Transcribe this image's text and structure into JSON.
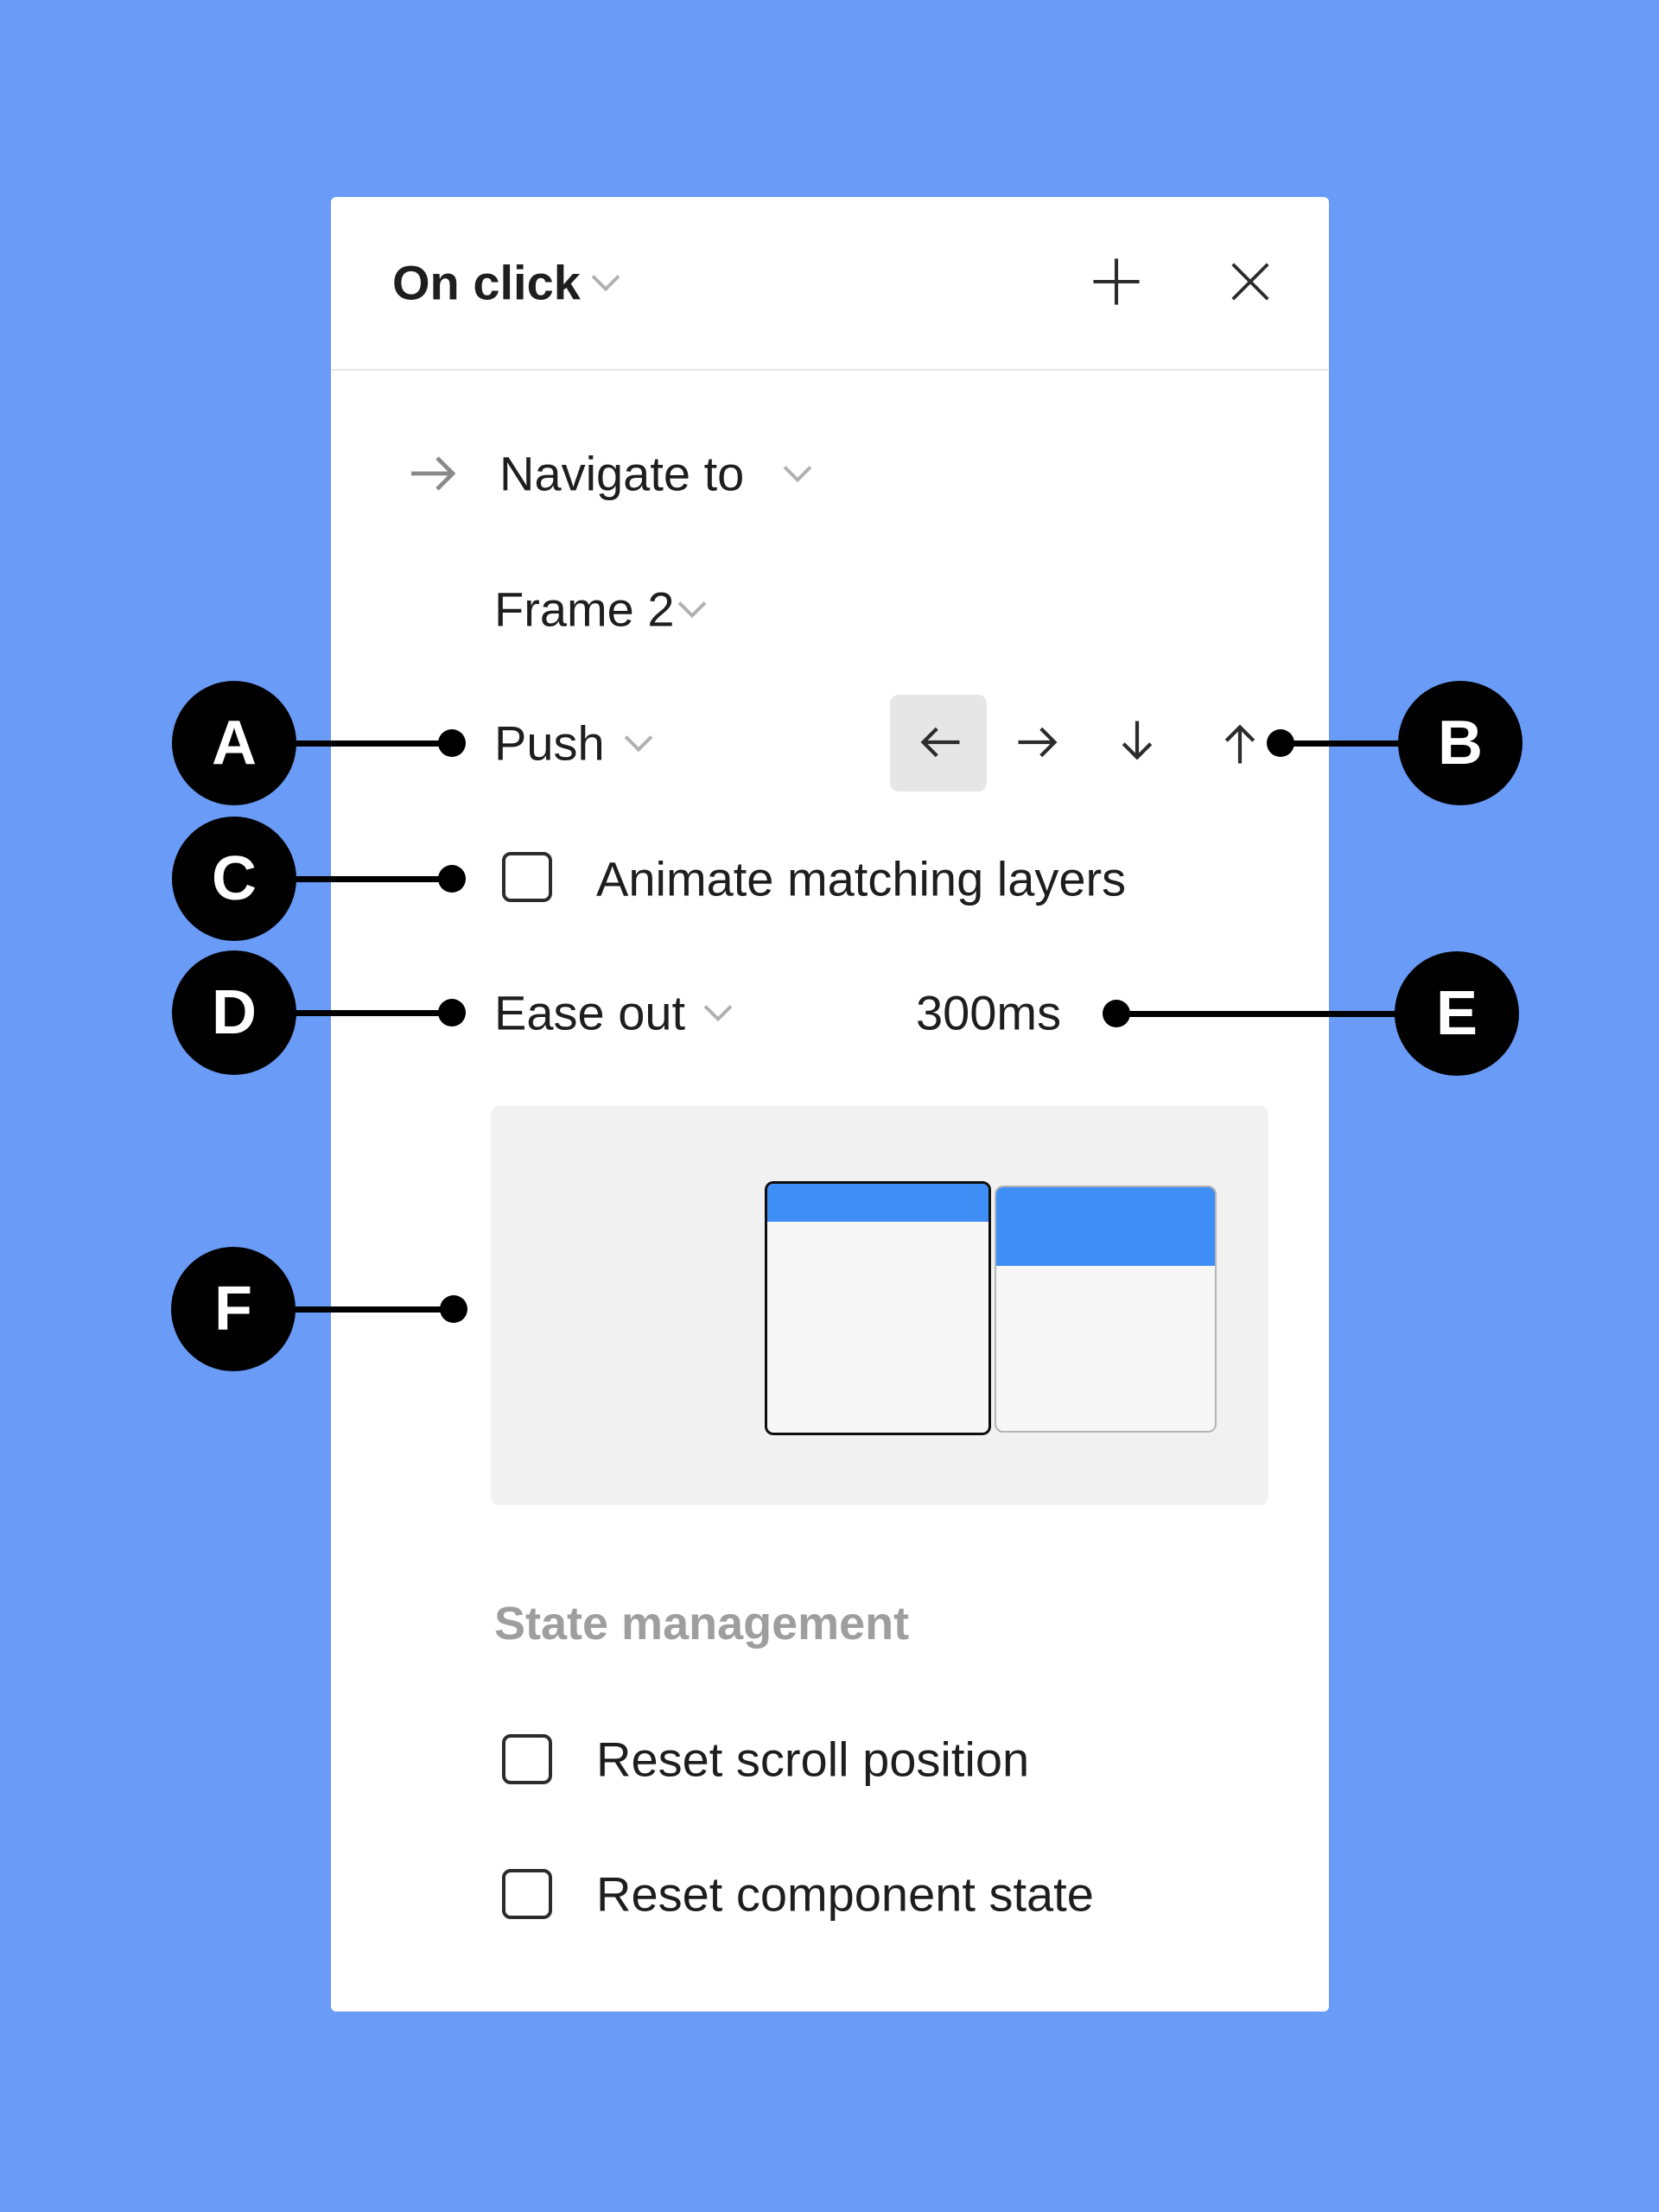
{
  "colors": {
    "page_background": "#699bf7",
    "panel_background": "#ffffff",
    "accent_blue": "#3f8ef6",
    "selected_button_background": "#e6e6e6",
    "annotation_black": "#000000",
    "muted_text": "#9e9e9e"
  },
  "panel": {
    "header": {
      "trigger_label": "On click"
    },
    "action": {
      "label": "Navigate to"
    },
    "destination": {
      "label": "Frame 2"
    },
    "animation": {
      "type_label": "Push",
      "directions": [
        {
          "name": "left",
          "selected": true
        },
        {
          "name": "right",
          "selected": false
        },
        {
          "name": "down",
          "selected": false
        },
        {
          "name": "up",
          "selected": false
        }
      ]
    },
    "animate_matching": {
      "label": "Animate matching layers",
      "checked": false
    },
    "easing": {
      "label": "Ease out",
      "duration": "300ms"
    },
    "state_management": {
      "title": "State management",
      "options": [
        {
          "label": "Reset scroll position",
          "checked": false
        },
        {
          "label": "Reset component state",
          "checked": false
        }
      ]
    }
  },
  "icons": {
    "header": [
      "chevron-down",
      "plus",
      "close"
    ],
    "action_row": [
      "arrow-right",
      "chevron-down"
    ],
    "direction_buttons": [
      "arrow-left",
      "arrow-right",
      "arrow-down",
      "arrow-up"
    ]
  },
  "annotations": [
    {
      "letter": "A",
      "side": "left",
      "points_to": "animation-type-dropdown"
    },
    {
      "letter": "B",
      "side": "right",
      "points_to": "direction-buttons"
    },
    {
      "letter": "C",
      "side": "left",
      "points_to": "animate-matching-checkbox"
    },
    {
      "letter": "D",
      "side": "left",
      "points_to": "easing-dropdown"
    },
    {
      "letter": "E",
      "side": "right",
      "points_to": "duration-field"
    },
    {
      "letter": "F",
      "side": "left",
      "points_to": "animation-preview"
    }
  ]
}
